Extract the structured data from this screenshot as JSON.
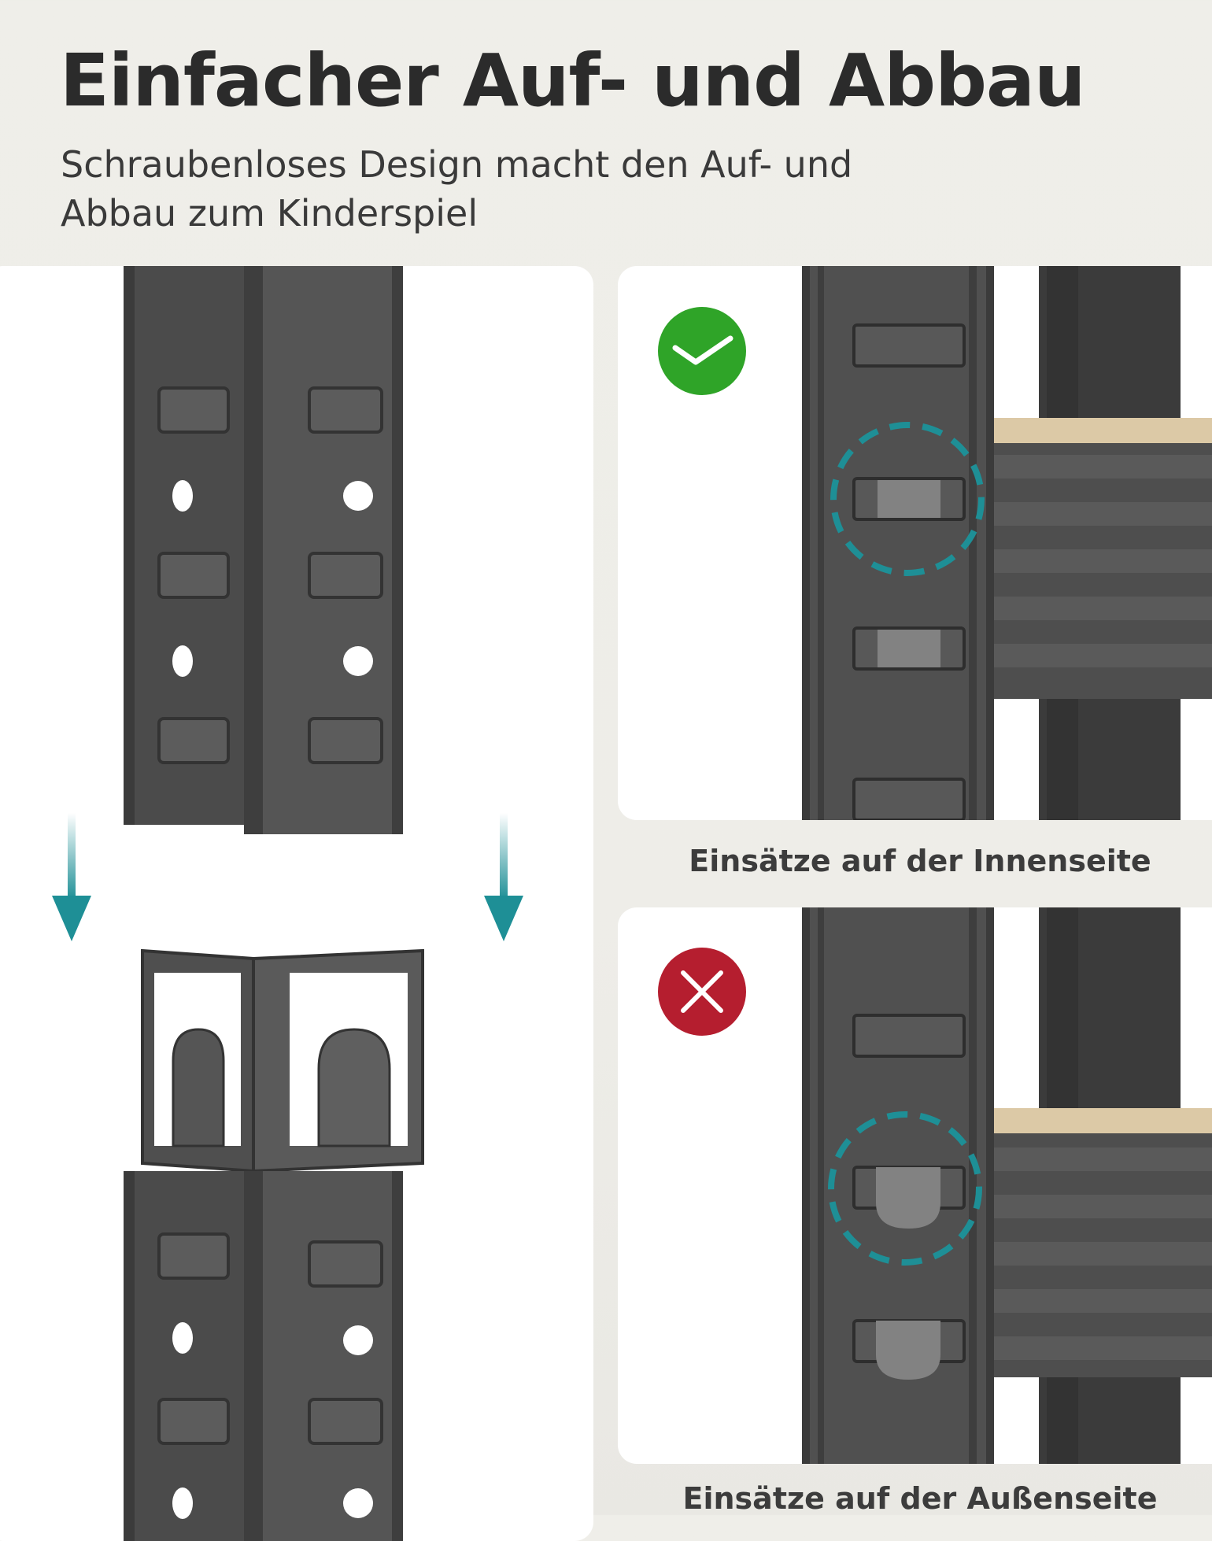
{
  "header": {
    "title": "Einfacher Auf- und Abbau",
    "subtitle": "Schraubenloses Design macht den Auf- und Abbau zum Kinderspiel"
  },
  "comparison": {
    "correct": {
      "caption": "Einsätze auf der Innenseite",
      "icon": "checkmark-icon",
      "color": "#2fa428"
    },
    "incorrect": {
      "caption": "Einsätze auf der Außenseite",
      "icon": "cross-icon",
      "color": "#b51e2f"
    }
  },
  "colors": {
    "steel": "#4a4a4a",
    "highlight_ring": "#1e8f96",
    "arrow": "#1e8f96",
    "shelf_board": "#dcc9a6"
  }
}
